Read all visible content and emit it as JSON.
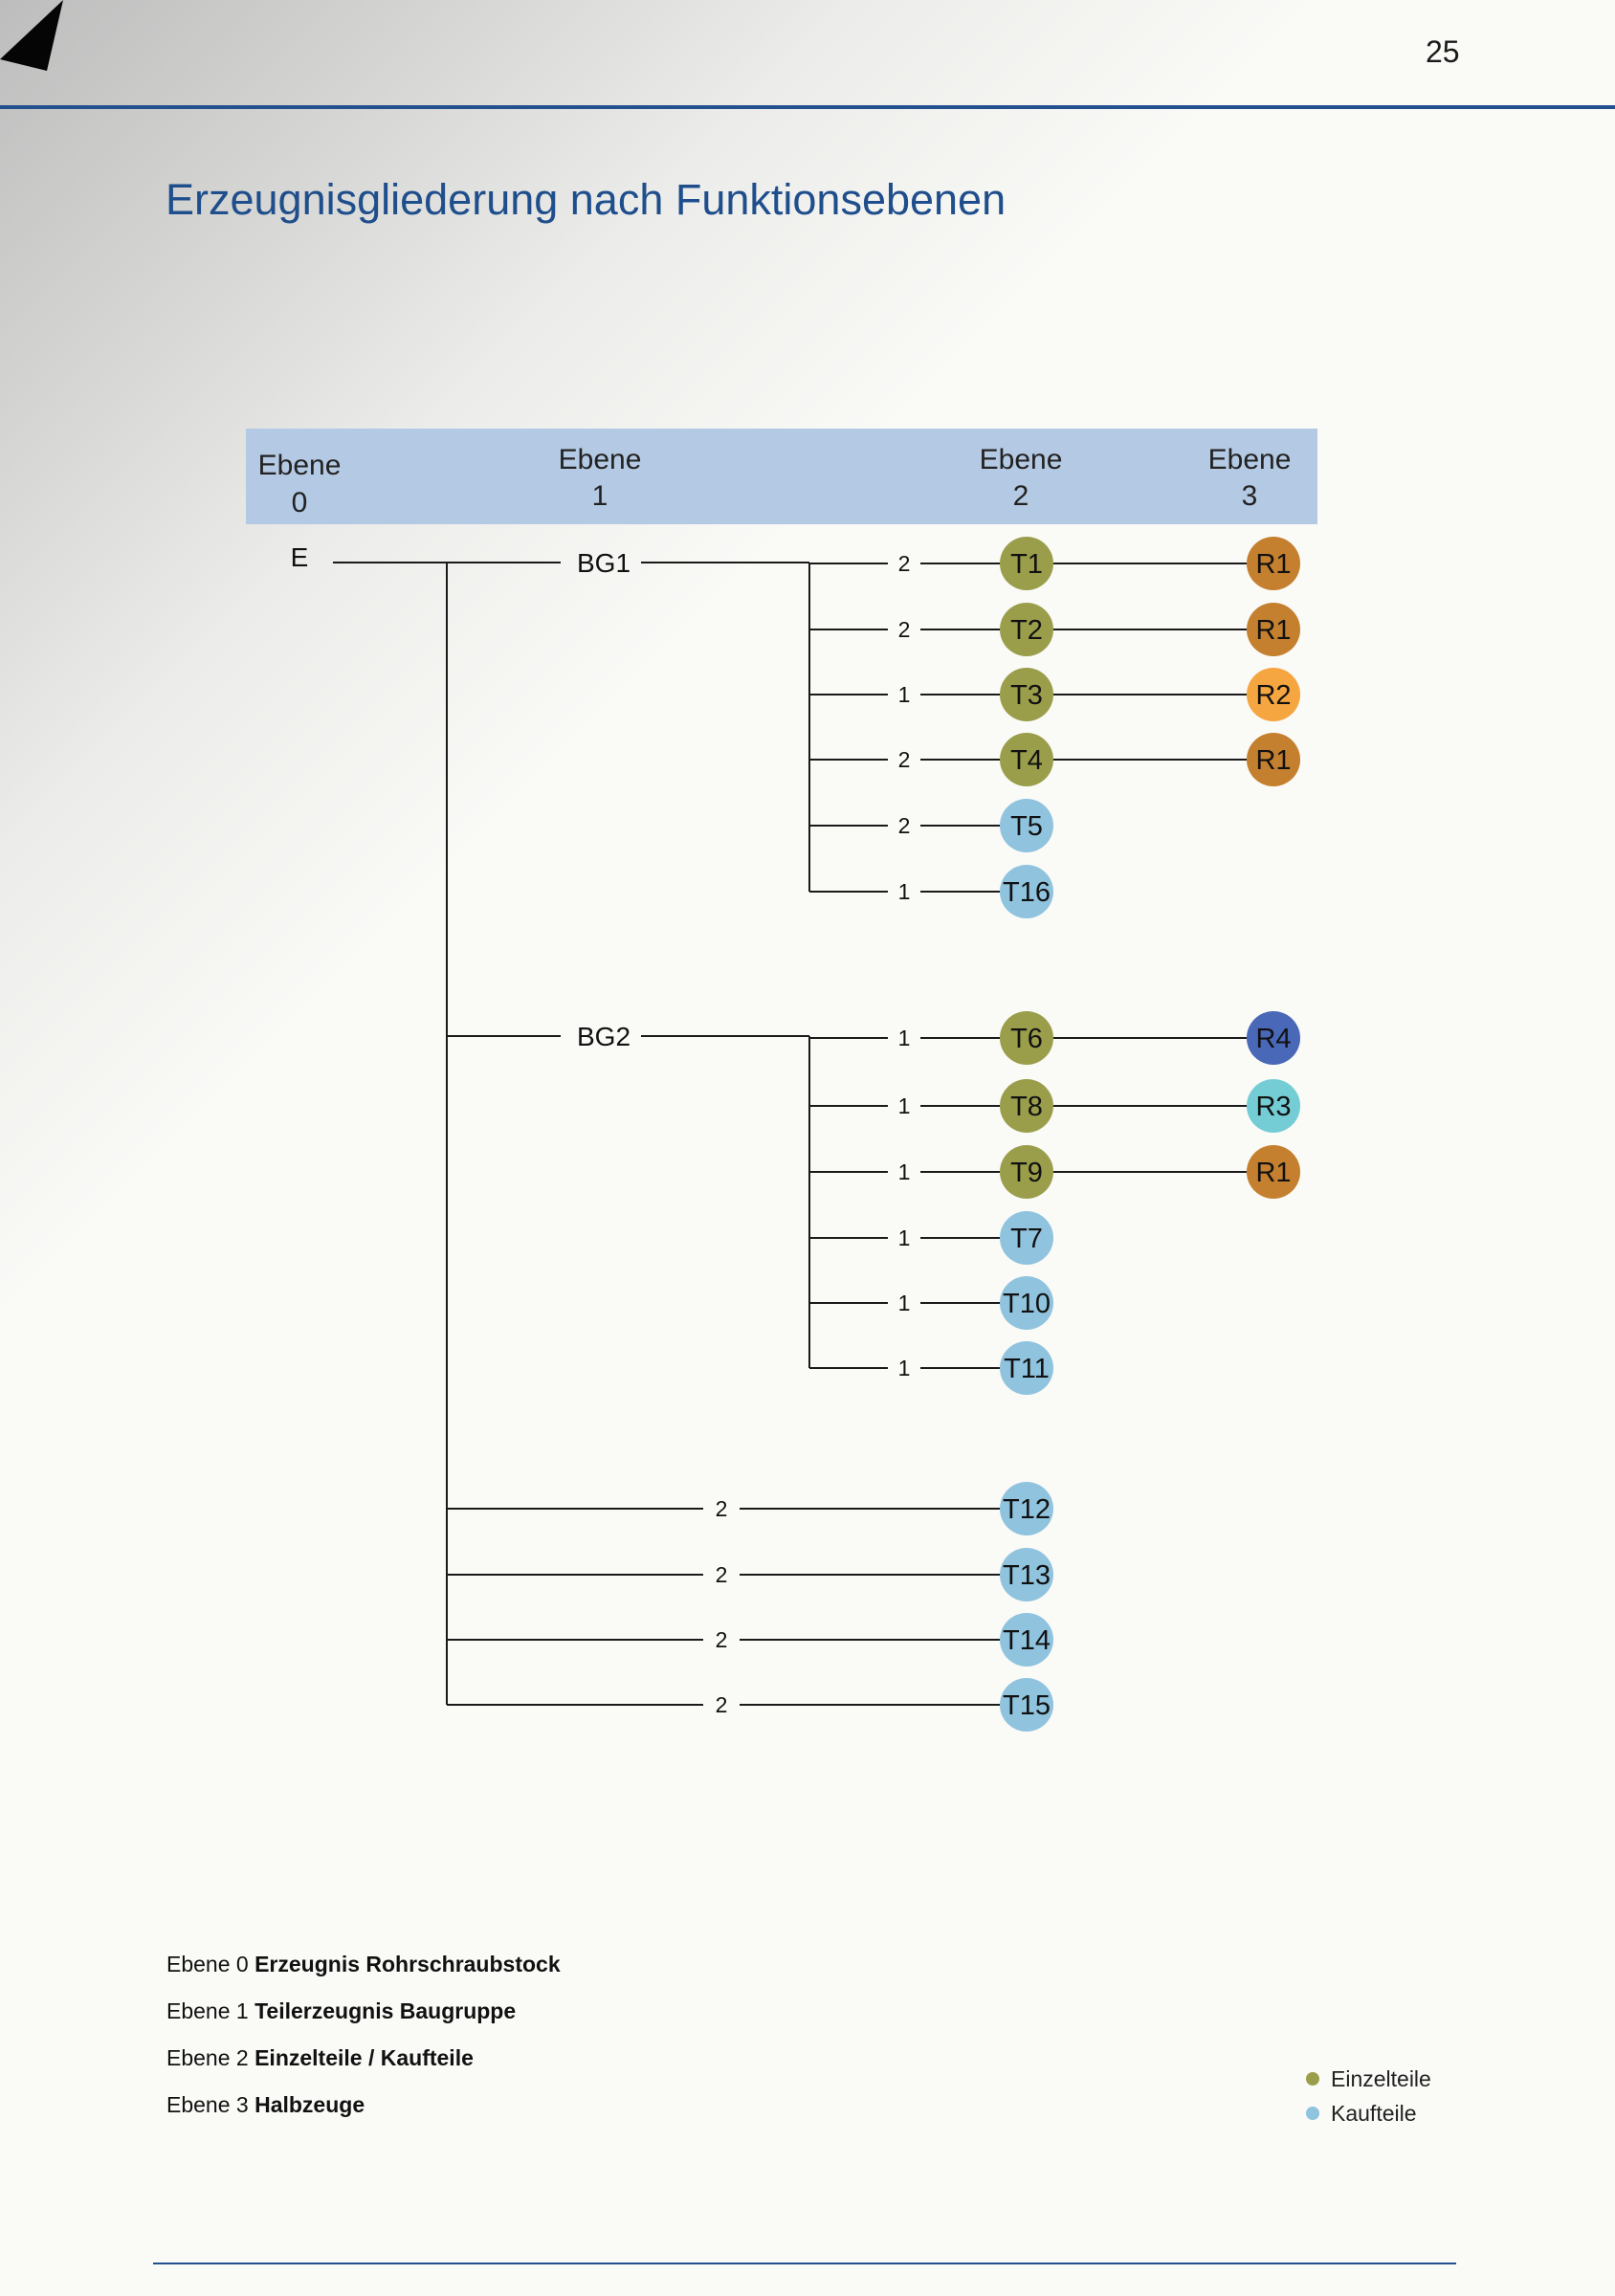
{
  "page": {
    "number": "25",
    "title": "Erzeugnisgliederung nach Funktionsebenen"
  },
  "colors": {
    "header_band": "#b4c9e3",
    "einzelteil": "#9a9e4a",
    "kaufteil": "#8fc3de",
    "r1": "#c5802f",
    "r2": "#f5a640",
    "r3": "#74cdd4",
    "r4": "#4a68b8",
    "accent": "#1f4e8c"
  },
  "levels": [
    {
      "line1": "Ebene",
      "line2": "0"
    },
    {
      "line1": "Ebene",
      "line2": "1"
    },
    {
      "line1": "Ebene",
      "line2": "2"
    },
    {
      "line1": "Ebene",
      "line2": "3"
    }
  ],
  "tree": {
    "root": "E",
    "groups": [
      {
        "label": "BG1",
        "children": [
          {
            "qty": "2",
            "part": "T1",
            "kind": "einzelteil",
            "raw": "R1"
          },
          {
            "qty": "2",
            "part": "T2",
            "kind": "einzelteil",
            "raw": "R1"
          },
          {
            "qty": "1",
            "part": "T3",
            "kind": "einzelteil",
            "raw": "R2"
          },
          {
            "qty": "2",
            "part": "T4",
            "kind": "einzelteil",
            "raw": "R1"
          },
          {
            "qty": "2",
            "part": "T5",
            "kind": "kaufteil",
            "raw": ""
          },
          {
            "qty": "1",
            "part": "T16",
            "kind": "kaufteil",
            "raw": ""
          }
        ]
      },
      {
        "label": "BG2",
        "children": [
          {
            "qty": "1",
            "part": "T6",
            "kind": "einzelteil",
            "raw": "R4"
          },
          {
            "qty": "1",
            "part": "T8",
            "kind": "einzelteil",
            "raw": "R3"
          },
          {
            "qty": "1",
            "part": "T9",
            "kind": "einzelteil",
            "raw": "R1"
          },
          {
            "qty": "1",
            "part": "T7",
            "kind": "kaufteil",
            "raw": ""
          },
          {
            "qty": "1",
            "part": "T10",
            "kind": "kaufteil",
            "raw": ""
          },
          {
            "qty": "1",
            "part": "T11",
            "kind": "kaufteil",
            "raw": ""
          }
        ]
      }
    ],
    "direct": [
      {
        "qty": "2",
        "part": "T12",
        "kind": "kaufteil"
      },
      {
        "qty": "2",
        "part": "T13",
        "kind": "kaufteil"
      },
      {
        "qty": "2",
        "part": "T14",
        "kind": "kaufteil"
      },
      {
        "qty": "2",
        "part": "T15",
        "kind": "kaufteil"
      }
    ]
  },
  "definitions": [
    {
      "prefix": "Ebene 0",
      "term": "Erzeugnis Rohrschraubstock"
    },
    {
      "prefix": "Ebene 1",
      "term": "Teilerzeugnis Baugruppe"
    },
    {
      "prefix": "Ebene 2",
      "term": "Einzelteile / Kaufteile"
    },
    {
      "prefix": "Ebene 3",
      "term": "Halbzeuge"
    }
  ],
  "legend": [
    {
      "label": "Einzelteile",
      "color": "#9a9e4a"
    },
    {
      "label": "Kaufteile",
      "color": "#8fc3de"
    }
  ]
}
